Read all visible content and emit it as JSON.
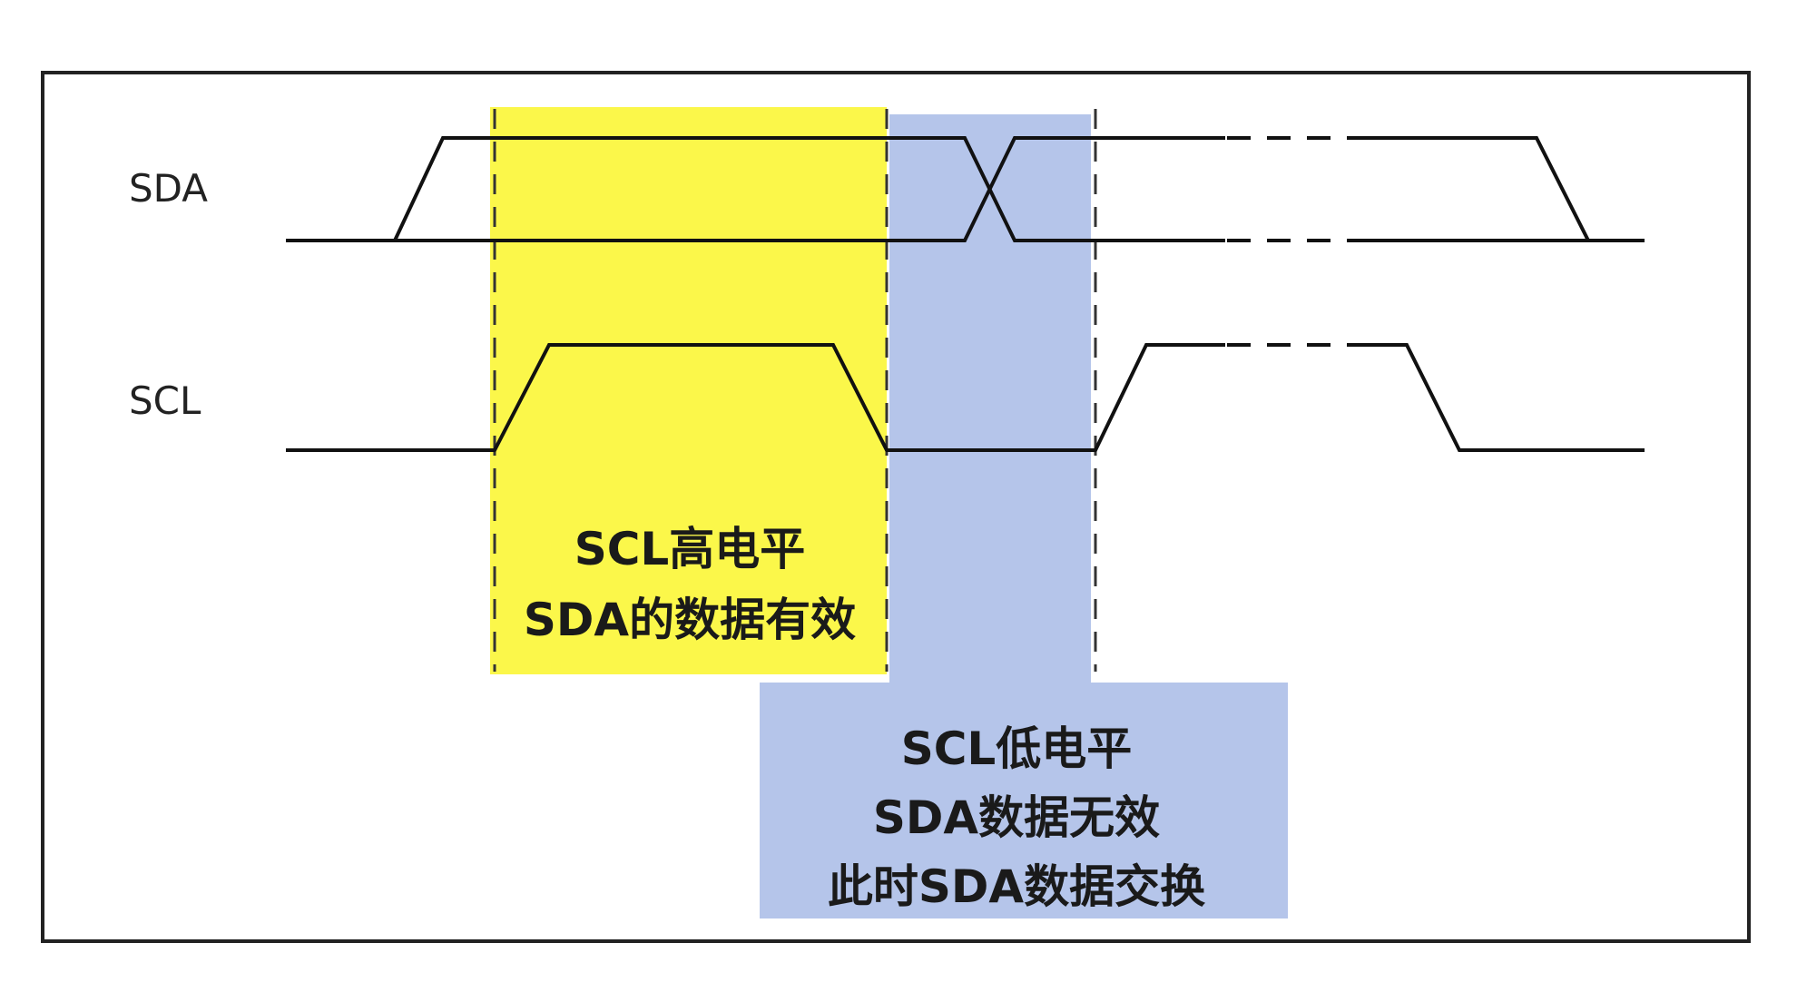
{
  "signals": {
    "sda_label": "SDA",
    "scl_label": "SCL"
  },
  "notes": {
    "high_level": [
      "SCL高电平",
      "SDA的数据有效"
    ],
    "low_level": [
      "SCL低电平",
      "SDA数据无效",
      "此时SDA数据交换"
    ]
  },
  "colors": {
    "high_region": "#fbf74a",
    "low_region": "#b5c5ea",
    "line": "#111111"
  }
}
